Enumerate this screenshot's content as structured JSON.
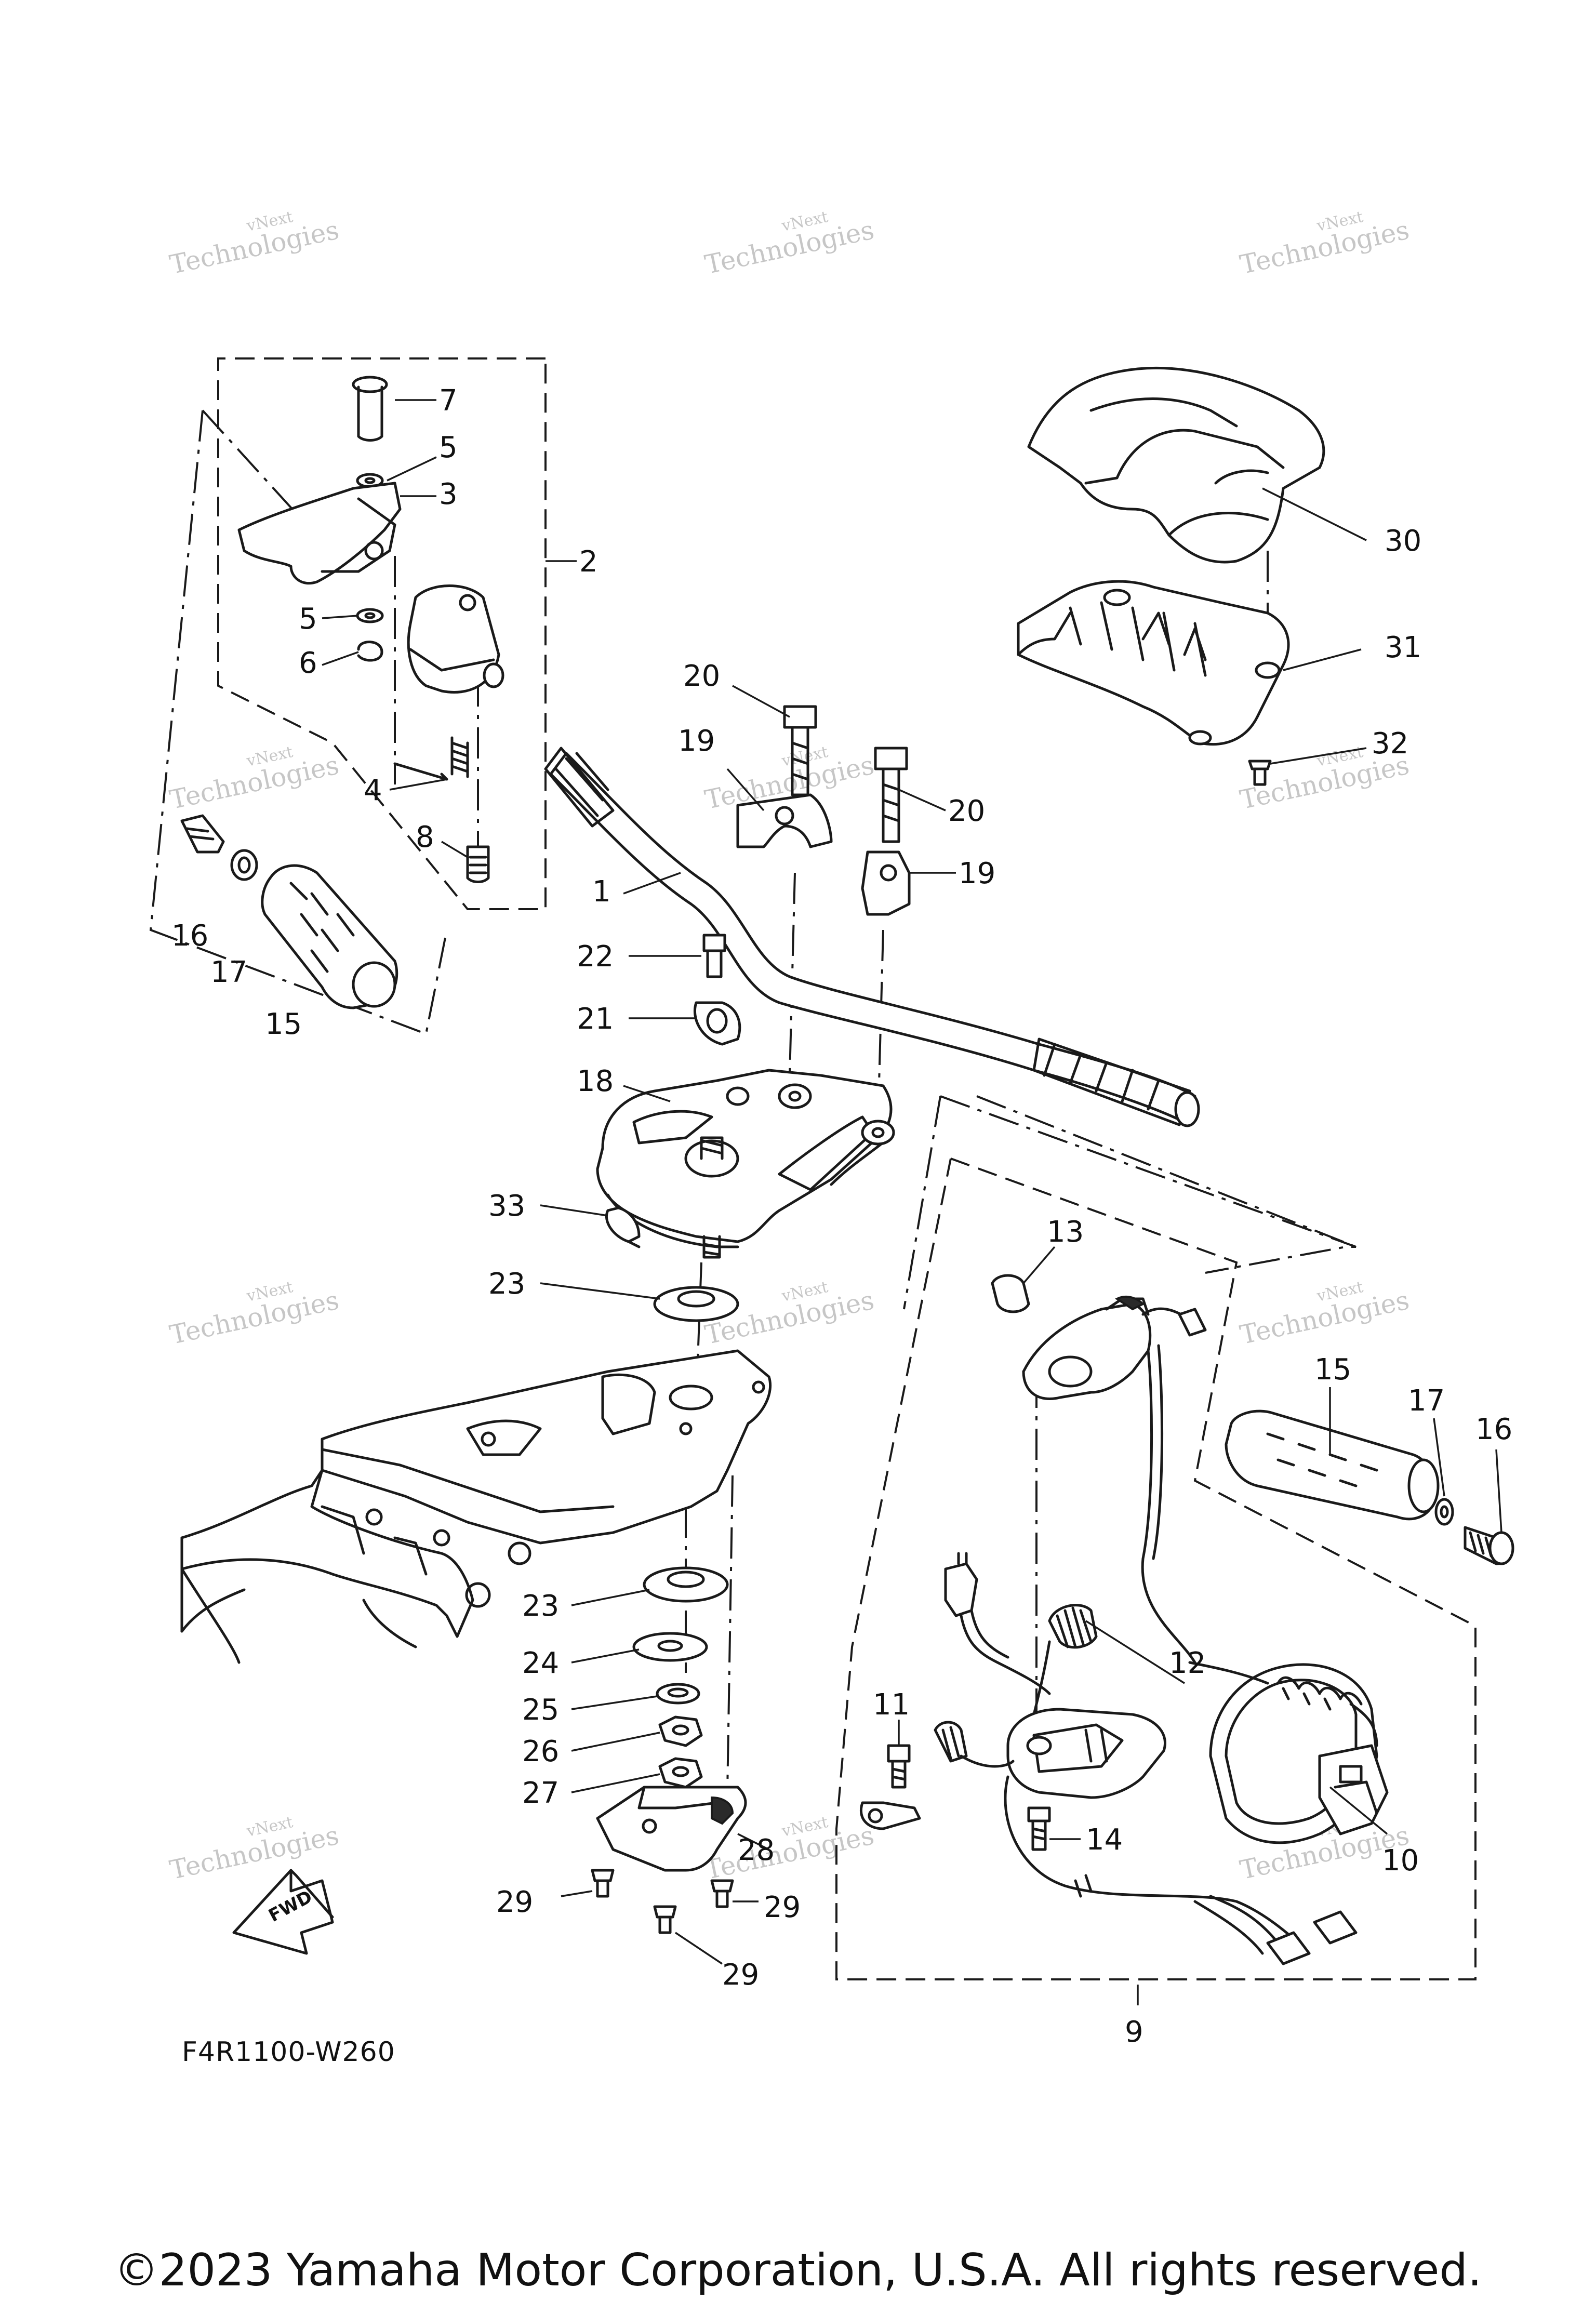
{
  "diagram_code": "F4R1100-W260",
  "copyright": "©2023 Yamaha Motor Corporation, U.S.A. All rights reserved.",
  "fwd_label": "FWD",
  "watermark": {
    "line1": "vNext",
    "line2": "Technologies"
  },
  "callouts": {
    "c1": "1",
    "c2": "2",
    "c3": "3",
    "c4": "4",
    "c5a": "5",
    "c5b": "5",
    "c6": "6",
    "c7": "7",
    "c8": "8",
    "c9": "9",
    "c10": "10",
    "c11": "11",
    "c12": "12",
    "c13": "13",
    "c14": "14",
    "c15a": "15",
    "c15b": "15",
    "c16a": "16",
    "c16b": "16",
    "c17a": "17",
    "c17b": "17",
    "c18": "18",
    "c19a": "19",
    "c19b": "19",
    "c20a": "20",
    "c20b": "20",
    "c21": "21",
    "c22": "22",
    "c23a": "23",
    "c23b": "23",
    "c24": "24",
    "c25": "25",
    "c26": "26",
    "c27": "27",
    "c28": "28",
    "c29a": "29",
    "c29b": "29",
    "c29c": "29",
    "c30": "30",
    "c31": "31",
    "c32": "32",
    "c33": "33"
  }
}
